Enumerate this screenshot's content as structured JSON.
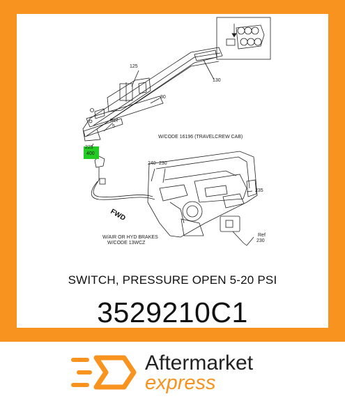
{
  "diagram": {
    "callouts": {
      "c125": "125",
      "c130": "130",
      "c80": "80",
      "cRef5_line1": "Ref",
      "cRef5_line2": "5",
      "c225": "225",
      "c400": "400",
      "c240": "240",
      "c230": "230",
      "c235": "235",
      "cRef230_line1": "Ref",
      "cRef230_line2": "230"
    },
    "notes": {
      "cab_line1": "W/CODE 16196 (TRAVELCREW CAB)",
      "brakes_line1": "W/AIR OR HYD BRAKES",
      "brakes_line2": "W/CODE 13WCZ"
    },
    "direction_label": "FWD",
    "highlight_color": "#22cc22"
  },
  "product": {
    "name": "SWITCH, PRESSURE OPEN  5-20 PSI",
    "part_number": "3529210C1"
  },
  "brand": {
    "word1": "Aftermarket",
    "word2": "express",
    "accent_color": "#f7931e"
  }
}
